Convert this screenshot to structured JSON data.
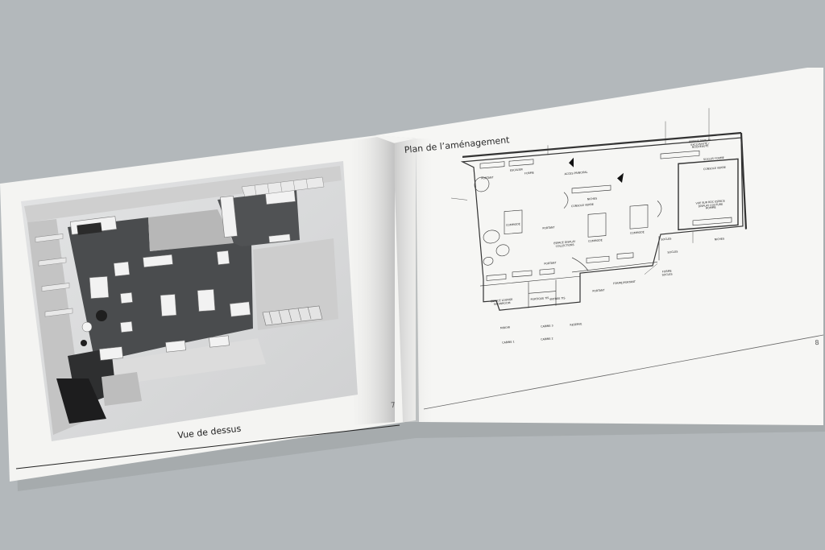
{
  "brochure": {
    "left_page": {
      "caption": "Vue de dessus",
      "page_number": "7"
    },
    "right_page": {
      "title": "Plan de l’aménagement",
      "page_number": "8",
      "plan_labels": {
        "acces": "ACCES PRINCIPAL",
        "display_exclusivite": "ESPACE DISPLAY EXCLUSIVITE / NOUVEAUTE",
        "display_collections": "ESPACE DISPLAY COLLECTIONS",
        "vue_rdc": "VUE SUR RDC ESPACE DISPLAY COUTURE HOMME",
        "lounge": "ESPACE LOUNGE SHOWROOM",
        "reserve": "RESERVE",
        "cabine1": "CABINE 1",
        "cabine2": "CABINE 2",
        "cabine3": "CABINE 3",
        "commode": "COMMODE",
        "niches": "NICHES",
        "forme": "FORME",
        "socles": "SOCLES",
        "miroir": "MIROIR",
        "portant": "PORTANT",
        "escalier": "ESCALIER",
        "console": "CONSOLE VERRE",
        "portique": "PORTIQUE TIS",
        "entree": "ENTREE TIS",
        "forme_portant": "FORME/PORTANT",
        "forme_socles": "FORME SOCLES",
        "socles_forme": "SOCLES FORME"
      }
    }
  },
  "colors": {
    "background": "#b3b8bb",
    "paper": "#f4f4f2",
    "floor_dark": "#4a4c4e",
    "render_light": "#d9dadb"
  }
}
